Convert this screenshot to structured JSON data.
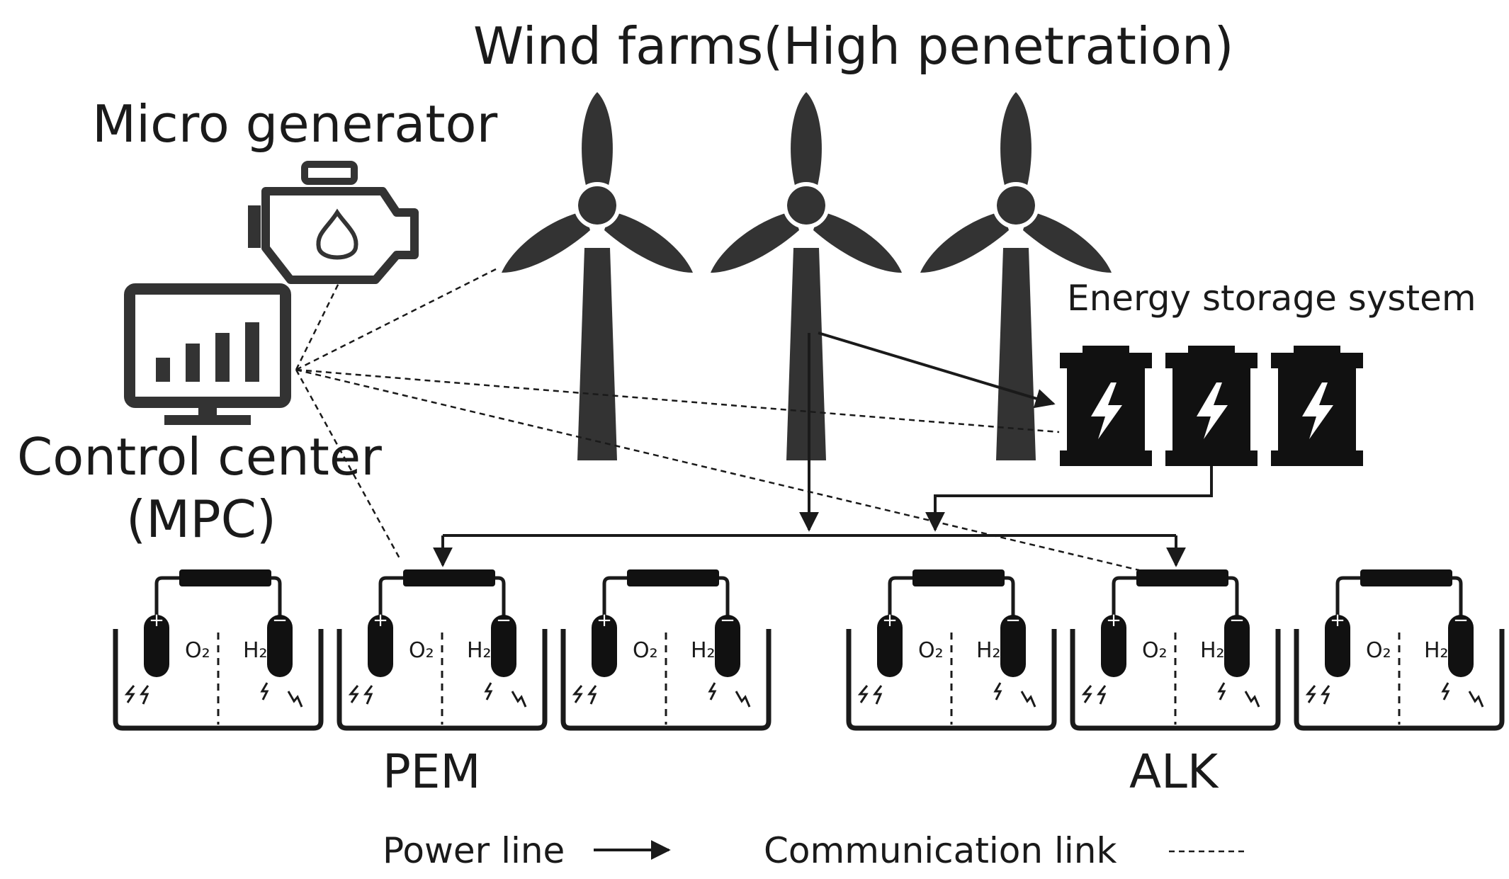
{
  "labels": {
    "wind_farms": "Wind farms(High penetration)",
    "micro_generator": "Micro generator",
    "control_center_line1": "Control center",
    "control_center_line2": "(MPC)",
    "energy_storage": "Energy storage system",
    "pem": "PEM",
    "alk": "ALK",
    "power_line": "Power line",
    "communication_link": "Communication link"
  },
  "electrolyzer_cells": [
    {
      "anode_gas": "O₂",
      "cathode_gas": "H₂"
    },
    {
      "anode_gas": "O₂",
      "cathode_gas": "H₂"
    },
    {
      "anode_gas": "O₂",
      "cathode_gas": "H₂"
    },
    {
      "anode_gas": "O₂",
      "cathode_gas": "H₂"
    },
    {
      "anode_gas": "O₂",
      "cathode_gas": "H₂"
    },
    {
      "anode_gas": "O₂",
      "cathode_gas": "H₂"
    }
  ],
  "colors": {
    "ink": "#1a1a1a",
    "icon_fill": "#333333"
  }
}
